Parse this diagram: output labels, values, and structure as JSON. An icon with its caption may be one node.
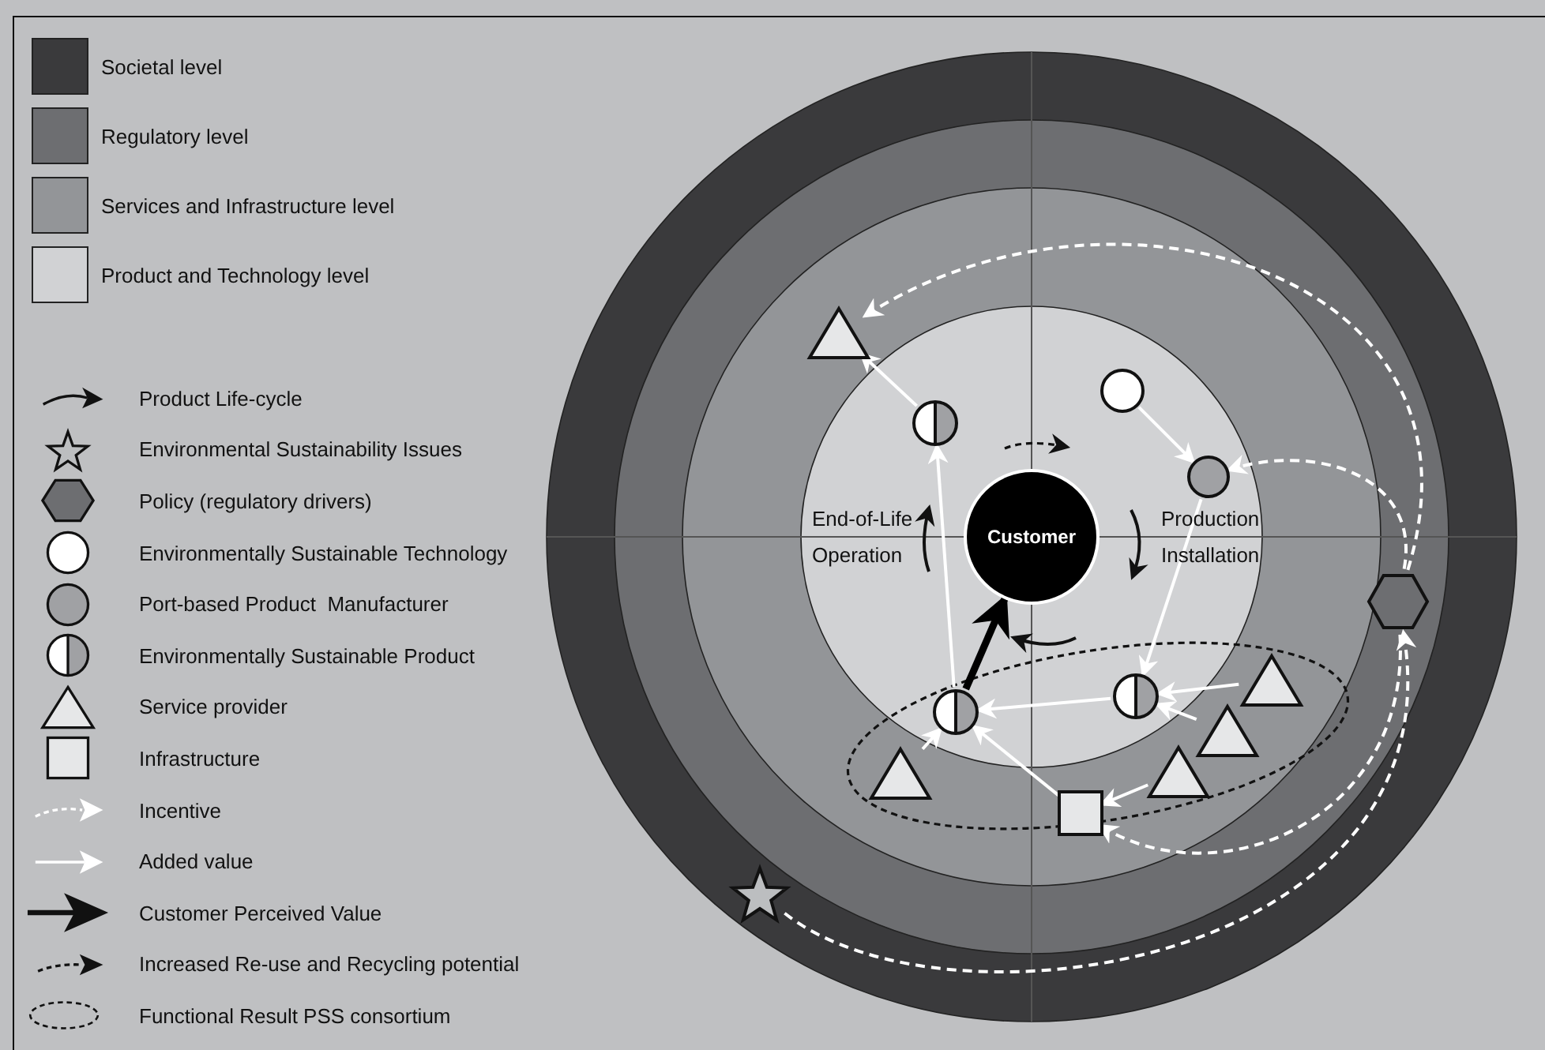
{
  "diagram": {
    "nodes": [
      {
        "text": [
          "Customer"
        ]
      },
      {
        "text": [],
        "shape": "triangle"
      },
      {
        "text": [],
        "shape": "circle"
      },
      {
        "text": [],
        "shape": "circle"
      },
      {
        "text": [],
        "shape": "circle"
      },
      {
        "text": [],
        "shape": "hexagon"
      },
      {
        "text": [],
        "shape": "circle"
      },
      {
        "text": [],
        "shape": "circle"
      },
      {
        "text": [],
        "shape": "triangle"
      },
      {
        "text": [],
        "shape": "triangle"
      },
      {
        "text": [],
        "shape": "triangle"
      },
      {
        "text": [],
        "shape": "triangle"
      },
      {
        "text": [],
        "shape": "box"
      },
      {
        "text": [],
        "shape": "star"
      }
    ],
    "edges": [
      {
        "from": 2,
        "to": 1,
        "arrow": "to"
      },
      {
        "from": 6,
        "to": 2,
        "arrow": "to"
      },
      {
        "from": 3,
        "to": 4,
        "arrow": "to"
      },
      {
        "from": 4,
        "to": 7,
        "arrow": "to"
      },
      {
        "from": 7,
        "to": 6,
        "arrow": "to"
      },
      {
        "from": 8,
        "to": 6,
        "arrow": "to"
      },
      {
        "from": 12,
        "to": 6,
        "arrow": "to"
      },
      {
        "from": 9,
        "to": 7,
        "arrow": "to"
      },
      {
        "from": 10,
        "to": 7,
        "arrow": "to"
      },
      {
        "from": 11,
        "to": 12,
        "arrow": "to"
      },
      {
        "from": 6,
        "to": 0,
        "arrow": "to",
        "style": "thick",
        "color": "#000000"
      },
      {
        "from": 13,
        "to": 5,
        "arrow": "to",
        "style": "dashed"
      },
      {
        "from": 5,
        "to": 12,
        "arrow": "to",
        "style": "dashed"
      },
      {
        "from": 5,
        "to": 4,
        "arrow": "to",
        "style": "dashed"
      },
      {
        "from": 5,
        "to": 1,
        "arrow": "to",
        "style": "dashed"
      }
    ],
    "labels": [
      "End-of-Life",
      "Operation",
      "Production",
      "Installation"
    ],
    "legend": [
      {
        "text": "Societal level",
        "color": "#3a3a3c"
      },
      {
        "text": "Regulatory level",
        "color": "#6d6e71"
      },
      {
        "text": "Services and Infrastructure level",
        "color": "#939598"
      },
      {
        "text": "Product and Technology level",
        "color": "#d1d2d4"
      },
      {
        "text": "Product Life-cycle"
      },
      {
        "text": "Environmental Sustainability Issues"
      },
      {
        "text": "Policy (regulatory drivers)"
      },
      {
        "text": "Environmentally Sustainable Technology"
      },
      {
        "text": "Port-based Product  Manufacturer"
      },
      {
        "text": "Environmentally Sustainable Product"
      },
      {
        "text": "Service provider"
      },
      {
        "text": "Infrastructure"
      },
      {
        "text": "Incentive"
      },
      {
        "text": "Added value"
      },
      {
        "text": "Customer Perceived Value"
      },
      {
        "text": "Increased Re-use and Recycling potential"
      },
      {
        "text": "Functional Result PSS consortium"
      }
    ]
  }
}
